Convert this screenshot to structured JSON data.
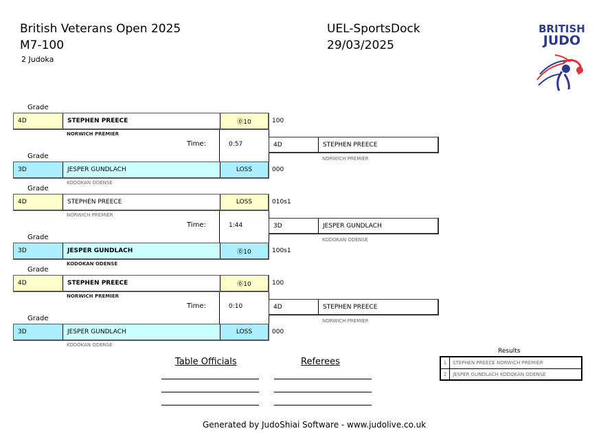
{
  "header": {
    "title": "British Veterans Open 2025",
    "category": "M7-100",
    "count": "2 Judoka",
    "venue": "UEL-SportsDock",
    "date": "29/03/2025"
  },
  "logo": {
    "line1": "BRITISH",
    "line2": "JUDO"
  },
  "labels": {
    "grade": "Grade",
    "time": "Time:"
  },
  "colors": {
    "white_grade": "#ffffcc",
    "blue_grade": "#aaeeff",
    "blue_name": "#ccffff"
  },
  "matches": [
    {
      "white": {
        "grade": "4D",
        "name": "STEPHEN PREECE",
        "club": "NORWICH PREMIER",
        "score": "⓪10",
        "result": "100",
        "winner": true
      },
      "blue": {
        "grade": "3D",
        "name": "JESPER GUNDLACH",
        "club": "KODOKAN ODENSE",
        "score": "LOSS",
        "result": "000",
        "winner": false
      },
      "time": "0:57",
      "win": {
        "grade": "4D",
        "name": "STEPHEN PREECE",
        "club": "NORWICH PREMIER"
      }
    },
    {
      "white": {
        "grade": "4D",
        "name": "STEPHEN PREECE",
        "club": "NORWICH PREMIER",
        "score": "LOSS",
        "result": "010s1",
        "winner": false
      },
      "blue": {
        "grade": "3D",
        "name": "JESPER GUNDLACH",
        "club": "KODOKAN ODENSE",
        "score": "⓪10",
        "result": "100s1",
        "winner": true
      },
      "time": "1:44",
      "win": {
        "grade": "3D",
        "name": "JESPER GUNDLACH",
        "club": "KODOKAN ODENSE"
      }
    },
    {
      "white": {
        "grade": "4D",
        "name": "STEPHEN PREECE",
        "club": "NORWICH PREMIER",
        "score": "⓪10",
        "result": "100",
        "winner": true
      },
      "blue": {
        "grade": "3D",
        "name": "JESPER GUNDLACH",
        "club": "KODOKAN ODENSE",
        "score": "LOSS",
        "result": "000",
        "winner": false
      },
      "time": "0:10",
      "win": {
        "grade": "4D",
        "name": "STEPHEN PREECE",
        "club": "NORWICH PREMIER"
      }
    }
  ],
  "results": {
    "title": "Results",
    "rows": [
      {
        "pos": "1",
        "text": "STEPHEN PREECE NORWICH PREMIER"
      },
      {
        "pos": "2",
        "text": "JESPER GUNDLACH KODOKAN ODENSE"
      }
    ]
  },
  "officials": {
    "table": "Table Officials",
    "referees": "Referees"
  },
  "footer": "Generated by JudoShiai Software - www.judolive.co.uk"
}
